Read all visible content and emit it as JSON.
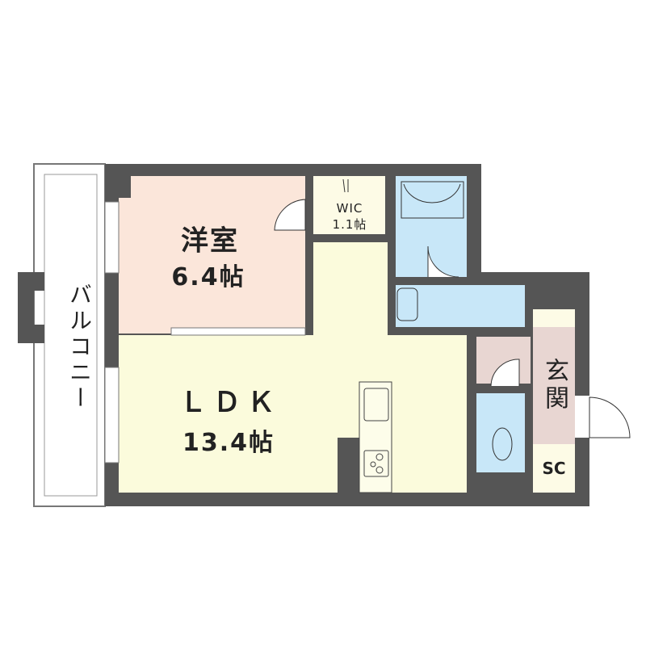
{
  "rooms": {
    "western_room": {
      "name": "洋室",
      "size": "6.4帖",
      "color": "#fbe6da"
    },
    "ldk": {
      "name": "ＬＤＫ",
      "size": "13.4帖",
      "color": "#fbfbdc"
    },
    "wic": {
      "name": "WIC",
      "size": "1.1帖",
      "color": "#fdfbe6"
    },
    "entrance": {
      "name": "玄関",
      "color": "#e8d6d2"
    },
    "shoe_closet": {
      "name": "SC",
      "color": "#fdfbe6"
    },
    "balcony": {
      "name": "バルコニー"
    },
    "wet_area_color": "#c8e7f8",
    "wall_color": "#555555"
  }
}
